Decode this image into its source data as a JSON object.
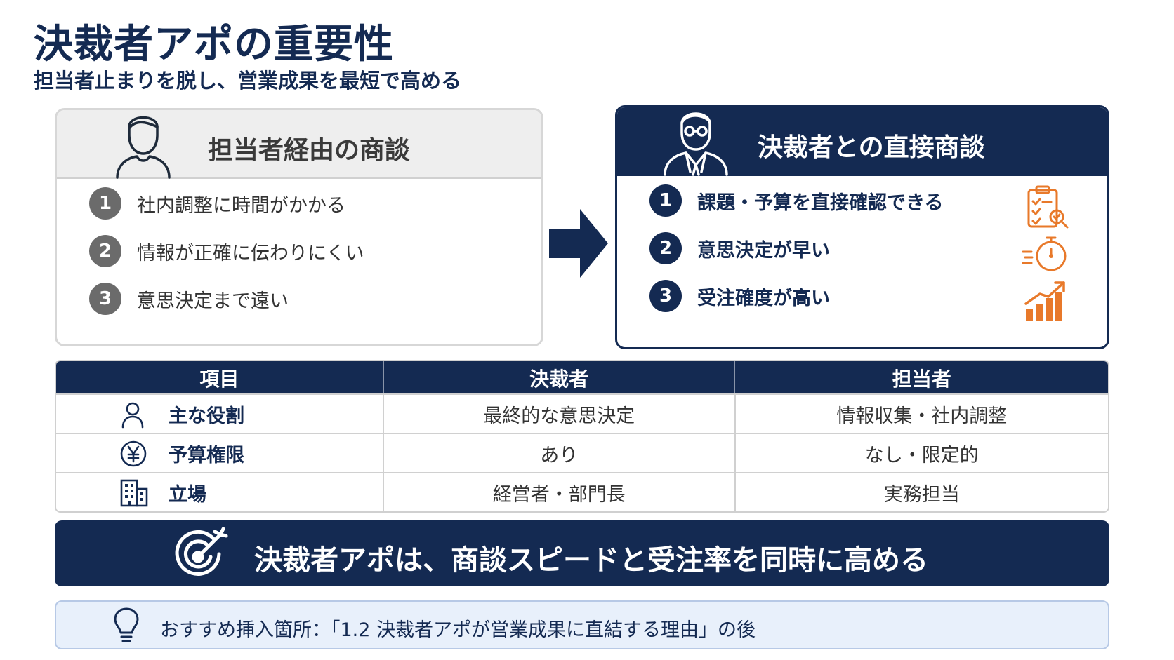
{
  "title": "決裁者アポの重要性",
  "subtitle": "担当者止まりを脱し、営業成果を最短で高める",
  "left_panel": {
    "title": "担当者経由の商談",
    "items": [
      {
        "num": "1",
        "text": "社内調整に時間がかかる"
      },
      {
        "num": "2",
        "text": "情報が正確に伝わりにくい"
      },
      {
        "num": "3",
        "text": "意思決定まで遠い"
      }
    ]
  },
  "right_panel": {
    "title": "決裁者との直接商談",
    "items": [
      {
        "num": "1",
        "text": "課題・予算を直接確認できる",
        "icon": "clipboard-check-icon"
      },
      {
        "num": "2",
        "text": "意思決定が早い",
        "icon": "stopwatch-icon"
      },
      {
        "num": "3",
        "text": "受注確度が高い",
        "icon": "growth-chart-icon"
      }
    ]
  },
  "table": {
    "headers": [
      "項目",
      "決裁者",
      "担当者"
    ],
    "rows": [
      {
        "icon": "person-icon",
        "label": "主な役割",
        "decision_maker": "最終的な意思決定",
        "staff": "情報収集・社内調整"
      },
      {
        "icon": "yen-icon",
        "label": "予算権限",
        "decision_maker": "あり",
        "staff": "なし・限定的"
      },
      {
        "icon": "building-icon",
        "label": "立場",
        "decision_maker": "経営者・部門長",
        "staff": "実務担当"
      }
    ]
  },
  "banner": {
    "text": "決裁者アポは、商談スピードと受注率を同時に高める",
    "icon": "target-icon"
  },
  "note": {
    "text": "おすすめ挿入箇所：「1.2 決裁者アポが営業成果に直結する理由」の後",
    "icon": "lightbulb-icon"
  },
  "colors": {
    "navy": "#142a52",
    "orange": "#e8792a",
    "gray": "#6b6b6b"
  }
}
